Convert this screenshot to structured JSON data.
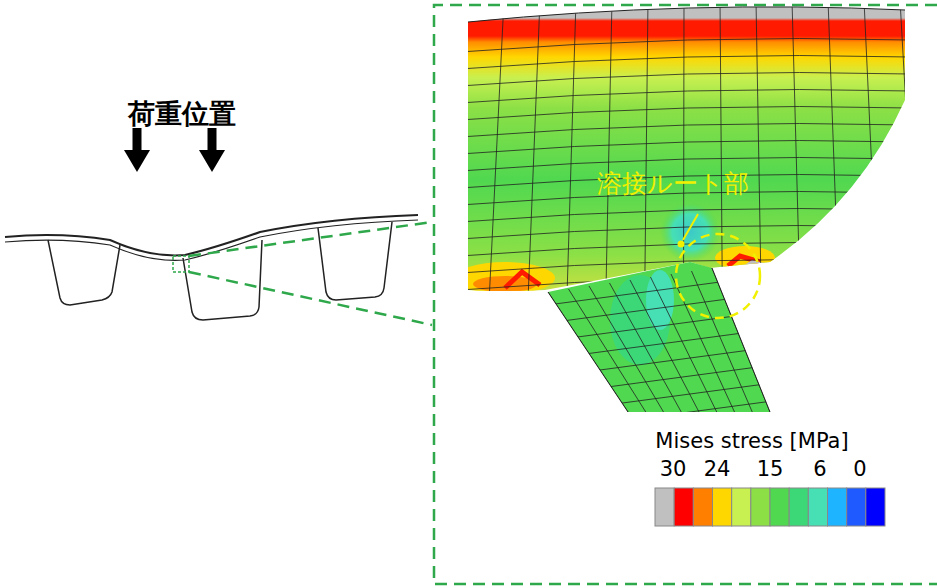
{
  "diagram": {
    "labels": [
      "荷重位置",
      "溶接ルート部",
      "Mises stress [MPa]",
      "30",
      "24",
      "15",
      "6",
      "0"
    ]
  }
}
